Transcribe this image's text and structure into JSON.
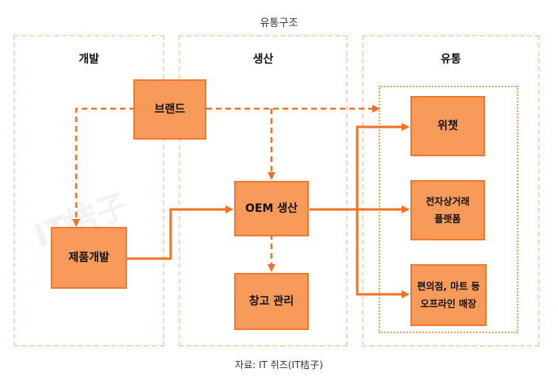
{
  "title": "유통구조",
  "lanes": {
    "dev": "개발",
    "production": "생산",
    "distribution": "유통"
  },
  "nodes": {
    "brand": "브랜드",
    "product_dev": "제품개발",
    "oem": "OEM 생산",
    "warehouse": "창고 관리",
    "wechat": "위챗",
    "ecommerce": "전자상거래\n플랫폼",
    "offline": "편의점, 마트 등\n오프라인 매장"
  },
  "caption": "자료: IT 쥐즈(IT桔子)",
  "colors": {
    "box_fill": "#f79a5a",
    "box_border": "#ee7a30",
    "arrow": "#f36f21",
    "lane_border": "#fbd6bd"
  }
}
